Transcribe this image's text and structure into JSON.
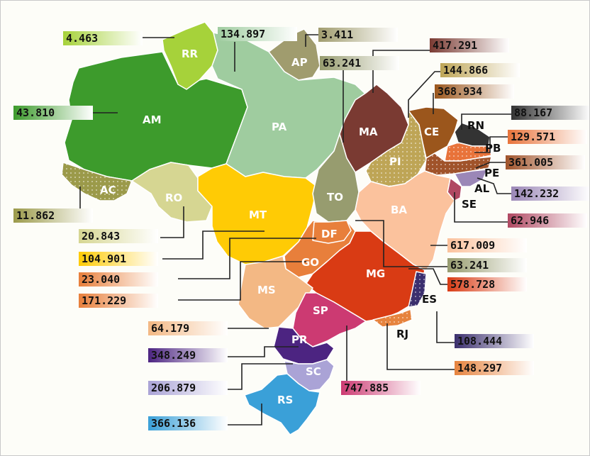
{
  "states": [
    {
      "abbr": "RR",
      "value": "4.463",
      "color": "#a6d23a"
    },
    {
      "abbr": "AP",
      "value": "3.411",
      "color": "#a09c6e"
    },
    {
      "abbr": "AM",
      "value": "43.810",
      "color": "#3d9b2c"
    },
    {
      "abbr": "PA",
      "value": "134.897",
      "color": "#9fcc9f"
    },
    {
      "abbr": "AC",
      "value": "11.862",
      "color": "#9b9a4a"
    },
    {
      "abbr": "RO",
      "value": "20.843",
      "color": "#d6d692"
    },
    {
      "abbr": "MT",
      "value": "104.901",
      "color": "#ffcb05"
    },
    {
      "abbr": "TO",
      "value": "63.241",
      "color": "#979c6f"
    },
    {
      "abbr": "MA",
      "value": "417.291",
      "color": "#7a3a32"
    },
    {
      "abbr": "PI",
      "value": "144.866",
      "color": "#bea556"
    },
    {
      "abbr": "CE",
      "value": "368.934",
      "color": "#9b561c"
    },
    {
      "abbr": "RN",
      "value": "88.167",
      "color": "#333333"
    },
    {
      "abbr": "PB",
      "value": "129.571",
      "color": "#e8733a"
    },
    {
      "abbr": "PE",
      "value": "361.005",
      "color": "#a0532a"
    },
    {
      "abbr": "AL",
      "value": "142.232",
      "color": "#9b87b7"
    },
    {
      "abbr": "SE",
      "value": "62.946",
      "color": "#b04862"
    },
    {
      "abbr": "BA",
      "value": "617.009",
      "color": "#fbc29d"
    },
    {
      "abbr": "DF",
      "value": "23.040",
      "color": "#e87f3b"
    },
    {
      "abbr": "GO",
      "value": "171.229",
      "color": "#e87f3b"
    },
    {
      "abbr": "MG",
      "value": "578.728",
      "color": "#d93b14"
    },
    {
      "abbr": "ES",
      "value": "108.444",
      "color": "#3b2f6e"
    },
    {
      "abbr": "RJ",
      "value": "148.297",
      "color": "#e6833e"
    },
    {
      "abbr": "MS",
      "value": "64.179",
      "color": "#f3b884"
    },
    {
      "abbr": "SP",
      "value": "747.885",
      "color": "#cc3a72"
    },
    {
      "abbr": "PR",
      "value": "348.249",
      "color": "#4c2481"
    },
    {
      "abbr": "SC",
      "value": "206.879",
      "color": "#aaa3d6"
    },
    {
      "abbr": "RS",
      "value": "366.136",
      "color": "#3aa0d8"
    }
  ],
  "extra_labels": {
    "mg_secondary_value": "63.241",
    "mg_secondary_color": "#979c6f"
  }
}
